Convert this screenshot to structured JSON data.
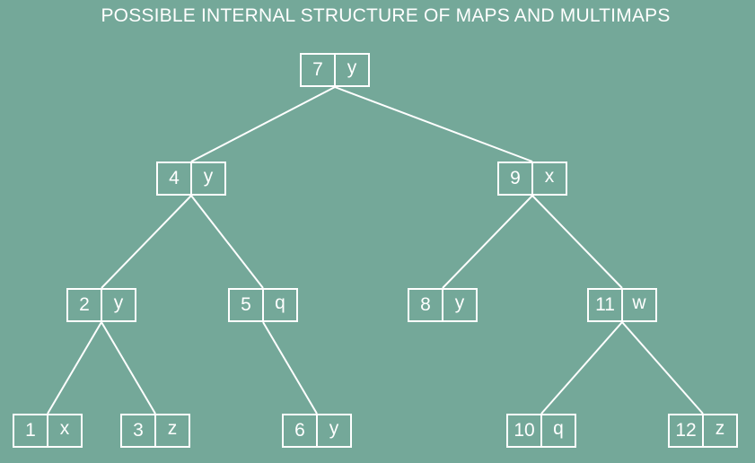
{
  "title": "POSSIBLE INTERNAL STRUCTURE OF MAPS AND MULTIMAPS",
  "colors": {
    "background": "#74a899",
    "stroke": "#ffffff",
    "text": "#ffffff"
  },
  "tree": {
    "nodes": [
      {
        "id": "n7",
        "key": "7",
        "value": "y"
      },
      {
        "id": "n4",
        "key": "4",
        "value": "y"
      },
      {
        "id": "n9",
        "key": "9",
        "value": "x"
      },
      {
        "id": "n2",
        "key": "2",
        "value": "y"
      },
      {
        "id": "n5",
        "key": "5",
        "value": "q"
      },
      {
        "id": "n8",
        "key": "8",
        "value": "y"
      },
      {
        "id": "n11",
        "key": "11",
        "value": "w"
      },
      {
        "id": "n1",
        "key": "1",
        "value": "x"
      },
      {
        "id": "n3",
        "key": "3",
        "value": "z"
      },
      {
        "id": "n6",
        "key": "6",
        "value": "y"
      },
      {
        "id": "n10",
        "key": "10",
        "value": "q"
      },
      {
        "id": "n12",
        "key": "12",
        "value": "z"
      }
    ],
    "edges": [
      {
        "from": "n7",
        "to": "n4"
      },
      {
        "from": "n7",
        "to": "n9"
      },
      {
        "from": "n4",
        "to": "n2"
      },
      {
        "from": "n4",
        "to": "n5"
      },
      {
        "from": "n9",
        "to": "n8"
      },
      {
        "from": "n9",
        "to": "n11"
      },
      {
        "from": "n2",
        "to": "n1"
      },
      {
        "from": "n2",
        "to": "n3"
      },
      {
        "from": "n5",
        "to": "n6"
      },
      {
        "from": "n11",
        "to": "n10"
      },
      {
        "from": "n11",
        "to": "n12"
      }
    ]
  }
}
